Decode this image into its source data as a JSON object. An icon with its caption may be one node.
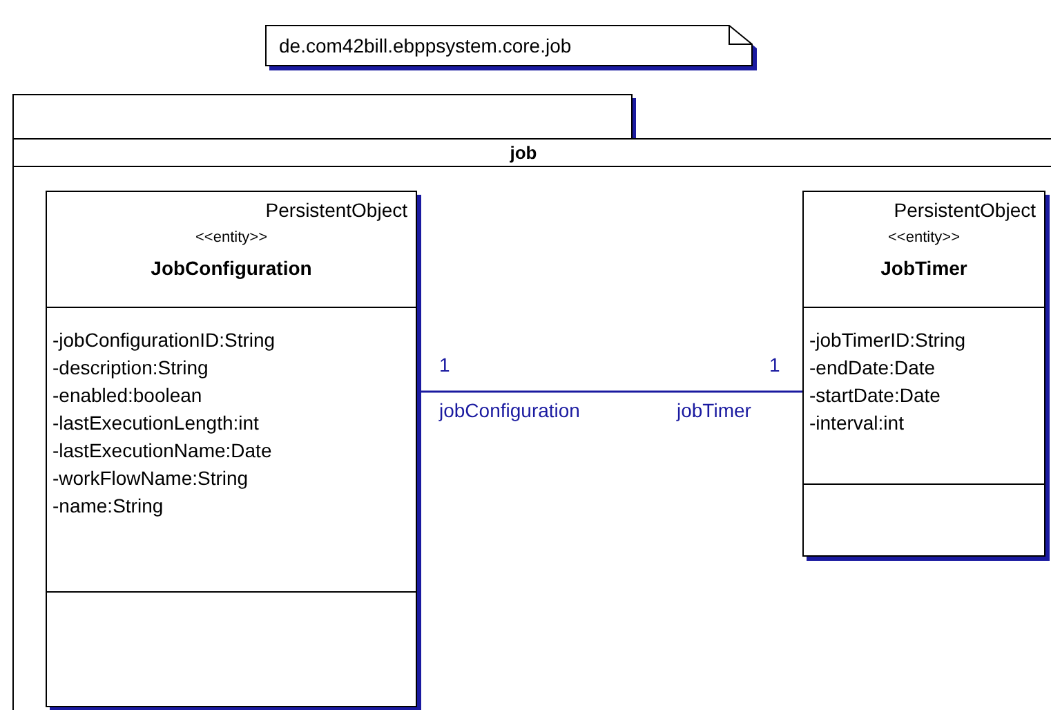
{
  "diagram": {
    "nodes": [
      {
        "text": [
          "de.com42bill.ebppsystem.core.job"
        ]
      },
      {
        "text": [
          "job"
        ]
      },
      {
        "text": [
          "PersistentObject",
          "<<entity>>",
          "JobConfiguration",
          "-jobConfigurationID:String",
          "-description:String",
          "-enabled:boolean",
          "-lastExecutionLength:int",
          "-lastExecutionName:Date",
          "-workFlowName:String",
          "-name:String"
        ],
        "in": 1
      },
      {
        "text": [
          "PersistentObject",
          "<<entity>>",
          "JobTimer",
          "-jobTimerID:String",
          "-endDate:Date",
          "-startDate:Date",
          "-interval:int"
        ],
        "in": 1
      }
    ],
    "edges": [
      {
        "from": 2,
        "to": 3,
        "arrow": "none"
      }
    ],
    "labels": [
      "1",
      "jobConfiguration",
      "1",
      "jobTimer"
    ]
  }
}
